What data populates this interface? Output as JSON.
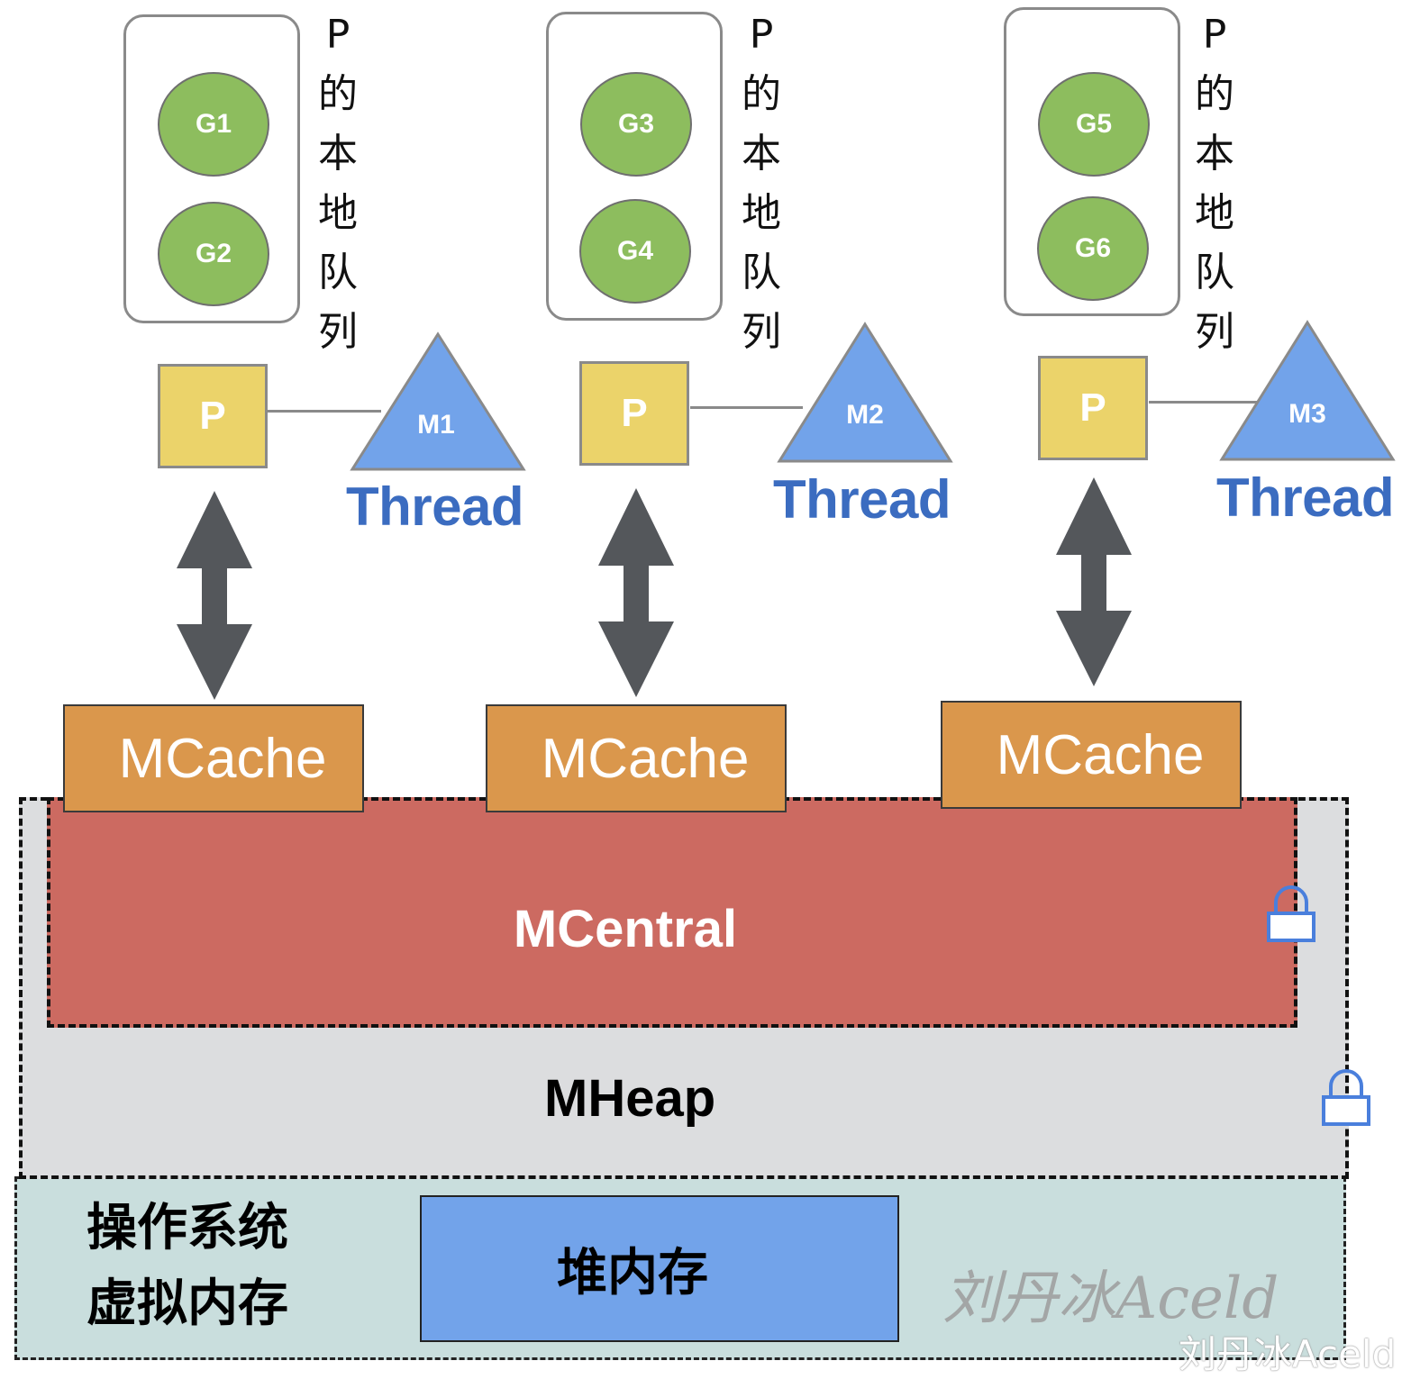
{
  "colors": {
    "goroutine": "#8dbd5e",
    "processor": "#ebd36a",
    "machine": "#72a3ea",
    "thread_text": "#3b6cc0",
    "arrow": "#54575b",
    "mcache": "#da974c",
    "mcentral": "#cc6a61",
    "mheap": "#dcdddf",
    "os_memory": "#c9dedd",
    "heap_memory": "#72a3ea",
    "lock": "#4a7fdc"
  },
  "groups": [
    {
      "goroutines": [
        "G1",
        "G2"
      ],
      "queue_label": [
        "P",
        "的",
        "本",
        "地",
        "队",
        "列"
      ],
      "processor": "P",
      "machine": "M1",
      "thread": "Thread",
      "mcache": "MCache"
    },
    {
      "goroutines": [
        "G3",
        "G4"
      ],
      "queue_label": [
        "P",
        "的",
        "本",
        "地",
        "队",
        "列"
      ],
      "processor": "P",
      "machine": "M2",
      "thread": "Thread",
      "mcache": "MCache"
    },
    {
      "goroutines": [
        "G5",
        "G6"
      ],
      "queue_label": [
        "P",
        "的",
        "本",
        "地",
        "队",
        "列"
      ],
      "processor": "P",
      "machine": "M3",
      "thread": "Thread",
      "mcache": "MCache"
    }
  ],
  "mcentral": {
    "label": "MCentral",
    "lock": "lock-icon"
  },
  "mheap": {
    "label": "MHeap",
    "lock": "lock-icon"
  },
  "os": {
    "label_line1": "操作系统",
    "label_line2": "虚拟内存",
    "heap_label": "堆内存"
  },
  "watermark": {
    "inner": "刘丹冰Aceld",
    "corner": "刘丹冰Aceld"
  }
}
